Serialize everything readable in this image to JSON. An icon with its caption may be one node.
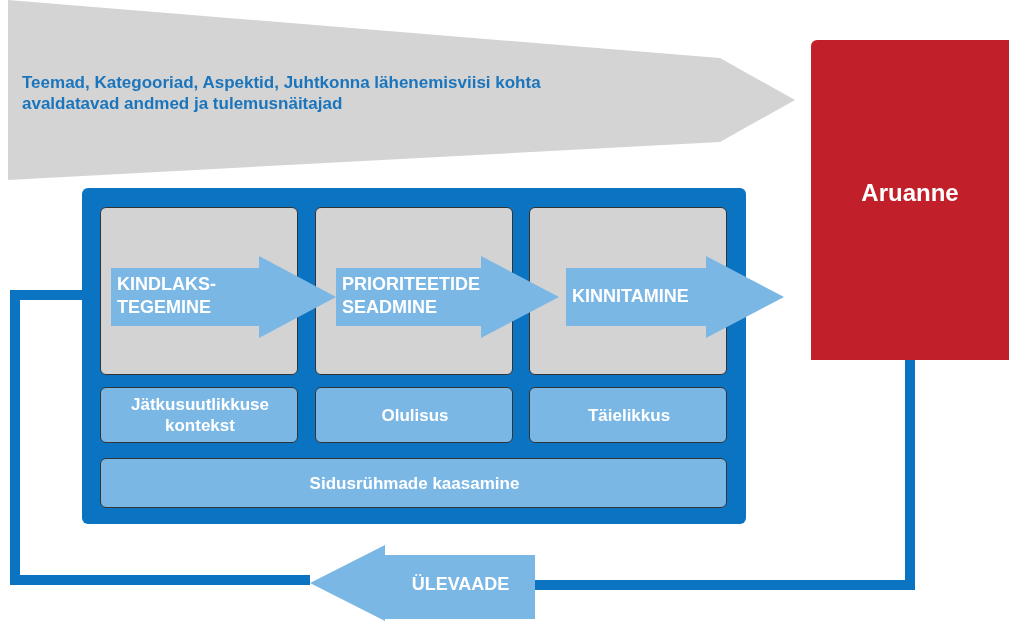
{
  "diagram": {
    "nodes": [
      {
        "text": [
          "Teemad, Kategooriad, Aspektid, Juhtkonna lähenemisviisi kohta avaldatavad andmed ja tulemusnäitajad"
        ]
      },
      {
        "text": [
          "Aruanne"
        ]
      },
      {
        "text": [],
        "shape": "box"
      },
      {
        "text": [],
        "shape": "box",
        "in": 2
      },
      {
        "text": [],
        "shape": "box",
        "in": 2
      },
      {
        "text": [],
        "shape": "box",
        "in": 2
      },
      {
        "text": [
          "KINDLAKS- TEGEMINE"
        ],
        "in": 3
      },
      {
        "text": [
          "PRIORITEETIDE SEADMINE"
        ],
        "in": 4
      },
      {
        "text": [
          "KINNITAMINE"
        ],
        "in": 5
      },
      {
        "text": [
          "Jätkusuutlikkuse kontekst"
        ],
        "in": 2
      },
      {
        "text": [
          "Olulisus"
        ],
        "in": 2
      },
      {
        "text": [
          "Täielikkus"
        ],
        "in": 2
      },
      {
        "text": [
          "Sidusrühmade kaasamine"
        ],
        "in": 2
      },
      {
        "text": [
          "ÜLEVAADE"
        ]
      }
    ],
    "edges": [
      {
        "from": 1,
        "to": 13,
        "arrow": "none"
      },
      {
        "from": 13,
        "to": 2,
        "arrow": "none"
      },
      {
        "from": 6,
        "to": 7,
        "arrow": "to"
      },
      {
        "from": 7,
        "to": 8,
        "arrow": "to"
      },
      {
        "from": 8,
        "to": 1,
        "arrow": "to"
      }
    ]
  }
}
